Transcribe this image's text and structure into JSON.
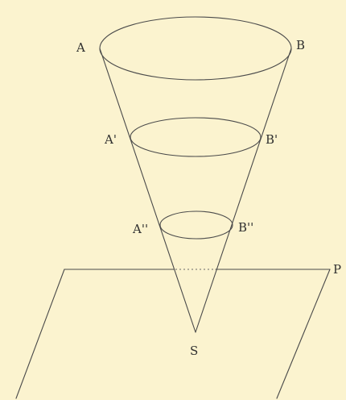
{
  "labels": {
    "A": "A",
    "B": "B",
    "A1": "A'",
    "B1": "B'",
    "A2": "A''",
    "B2": "B''",
    "S": "S",
    "P": "P"
  }
}
